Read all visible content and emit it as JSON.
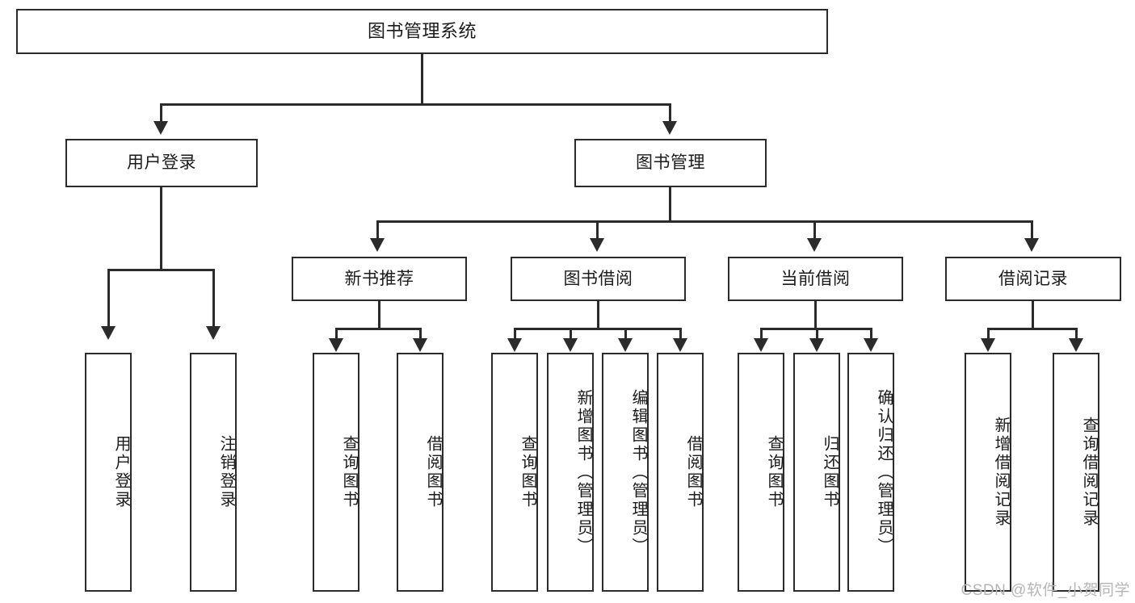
{
  "diagram": {
    "title": "图书管理系统",
    "type": "hierarchy-tree",
    "root": {
      "id": "root",
      "label": "图书管理系统"
    },
    "level2": [
      {
        "id": "user-login",
        "label": "用户登录"
      },
      {
        "id": "book-manage",
        "label": "图书管理"
      }
    ],
    "level3": [
      {
        "id": "new-book-recommend",
        "label": "新书推荐"
      },
      {
        "id": "book-borrow",
        "label": "图书借阅"
      },
      {
        "id": "current-borrow",
        "label": "当前借阅"
      },
      {
        "id": "borrow-record",
        "label": "借阅记录"
      }
    ],
    "leaves": {
      "user_login": [
        {
          "id": "leaf-user-login",
          "label": "用户登录"
        },
        {
          "id": "leaf-logout-login",
          "label": "注销登录"
        }
      ],
      "new_book_recommend": [
        {
          "id": "leaf-query-book-1",
          "label": "查询图书"
        },
        {
          "id": "leaf-borrow-book-1",
          "label": "借阅图书"
        }
      ],
      "book_borrow": [
        {
          "id": "leaf-query-book-2",
          "label": "查询图书"
        },
        {
          "id": "leaf-add-book",
          "label": "新增图书（管理员）"
        },
        {
          "id": "leaf-edit-book",
          "label": "编辑图书（管理员）"
        },
        {
          "id": "leaf-borrow-book-2",
          "label": "借阅图书"
        }
      ],
      "current_borrow": [
        {
          "id": "leaf-query-book-3",
          "label": "查询图书"
        },
        {
          "id": "leaf-return-book",
          "label": "归还图书"
        },
        {
          "id": "leaf-confirm-return",
          "label": "确认归还（管理员）"
        }
      ],
      "borrow_record": [
        {
          "id": "leaf-add-record",
          "label": "新增借阅记录"
        },
        {
          "id": "leaf-query-record",
          "label": "查询借阅记录"
        }
      ]
    }
  },
  "watermark": {
    "text": "CSDN @软件_小贺同学"
  },
  "colors": {
    "stroke": "#2b2b2b",
    "fill": "#ffffff",
    "text": "#1b1b1b",
    "watermark": "#b6b6b6"
  }
}
